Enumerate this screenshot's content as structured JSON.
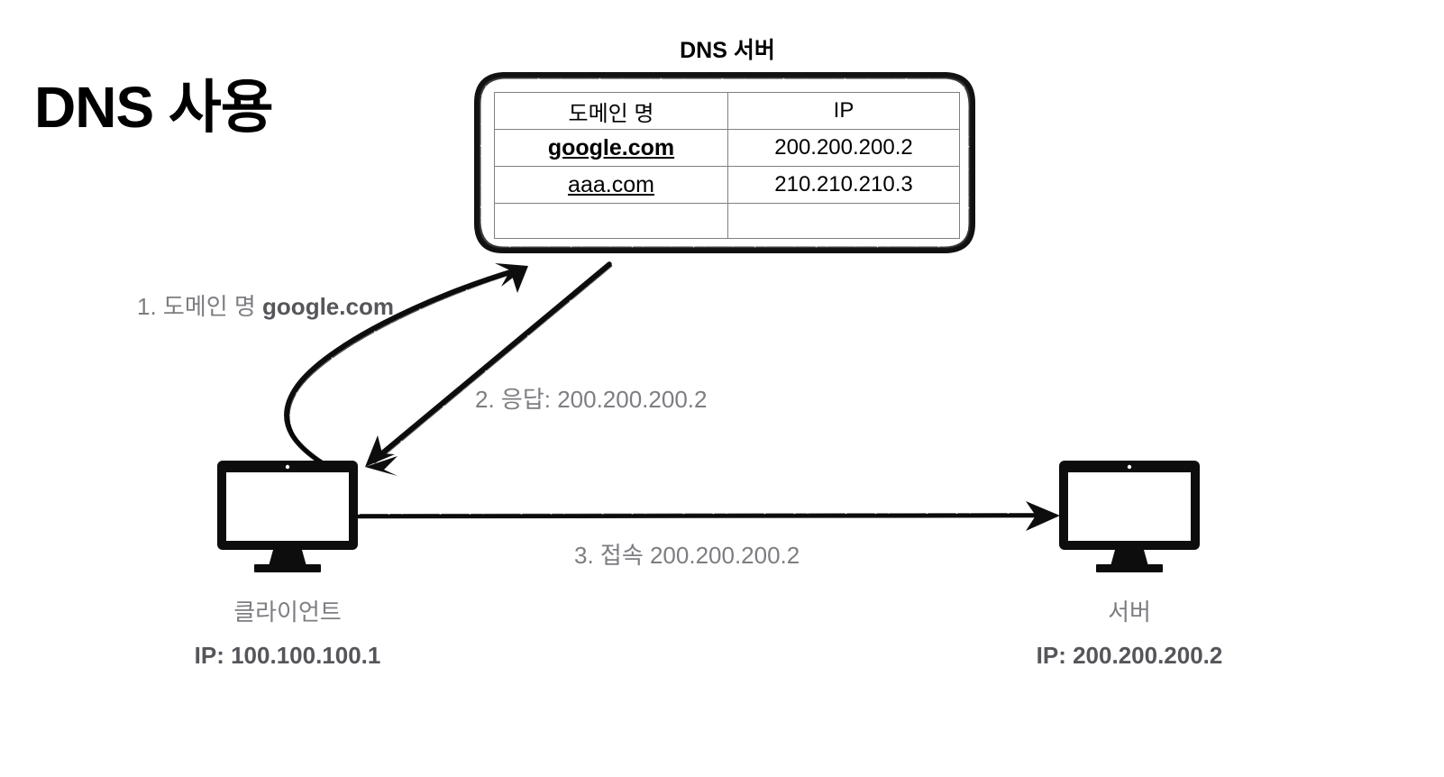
{
  "page": {
    "title": "DNS 사용",
    "background_color": "#ffffff",
    "ink_color": "#000000",
    "gray_text_color": "#7d7d82",
    "dark_gray_text_color": "#55555a",
    "table_border_color": "#808080"
  },
  "dns_server": {
    "caption": "DNS 서버",
    "table": {
      "headers": [
        "도메인 명",
        "IP"
      ],
      "rows": [
        {
          "domain": "google.com",
          "ip": "200.200.200.2",
          "emphasis": "bold-underline"
        },
        {
          "domain": "aaa.com",
          "ip": "210.210.210.3",
          "emphasis": "underline"
        },
        {
          "domain": "",
          "ip": "",
          "emphasis": "none"
        }
      ]
    }
  },
  "steps": [
    {
      "id": "step1",
      "prefix": "1. 도메인 명 ",
      "value": "google.com",
      "style": "bold-value"
    },
    {
      "id": "step2",
      "text": "2. 응답: 200.200.200.2"
    },
    {
      "id": "step3",
      "text": "3. 접속 200.200.200.2"
    }
  ],
  "nodes": {
    "client": {
      "name": "클라이언트",
      "ip_label": "IP: 100.100.100.1",
      "icon": "desktop-monitor-icon"
    },
    "server": {
      "name": "서버",
      "ip_label": "IP: 200.200.200.2",
      "icon": "desktop-monitor-icon"
    }
  },
  "arrows": [
    {
      "name": "arrow-client-to-dns",
      "from": "client",
      "to": "dns-server",
      "step": 1
    },
    {
      "name": "arrow-dns-to-client",
      "from": "dns-server",
      "to": "client",
      "step": 2
    },
    {
      "name": "arrow-client-to-server",
      "from": "client",
      "to": "server",
      "step": 3
    }
  ]
}
